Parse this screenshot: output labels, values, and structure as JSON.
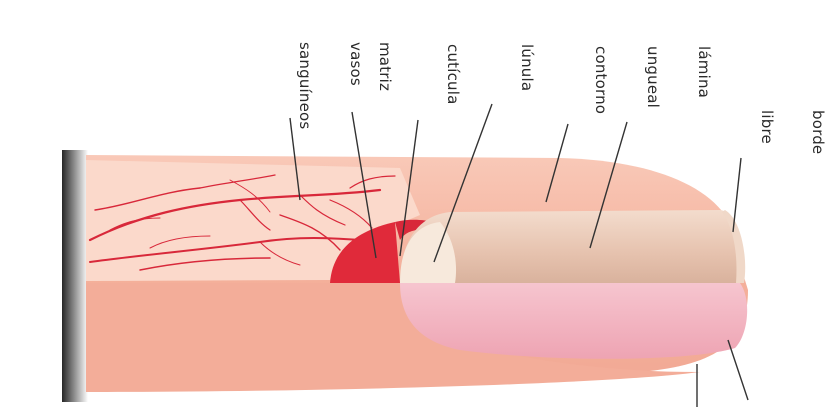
{
  "labels": {
    "vasos": [
      "vasos",
      "sanguíneos"
    ],
    "matriz": [
      "matriz"
    ],
    "cuticula": [
      "cutícula"
    ],
    "lunula": [
      "lúnula"
    ],
    "contorno": [
      "contorno"
    ],
    "lamina": [
      "lámina",
      "ungueal"
    ],
    "borde": [
      "borde",
      "libre"
    ]
  },
  "colors": {
    "skin": "#f5b7a3",
    "skin_light": "#fbd6c8",
    "nail_plate": "#e9c7b4",
    "nail_pink": "#f4b3c0",
    "matrix": "#e02a3a",
    "vessel": "#d8283a",
    "leader_line": "#333333"
  }
}
